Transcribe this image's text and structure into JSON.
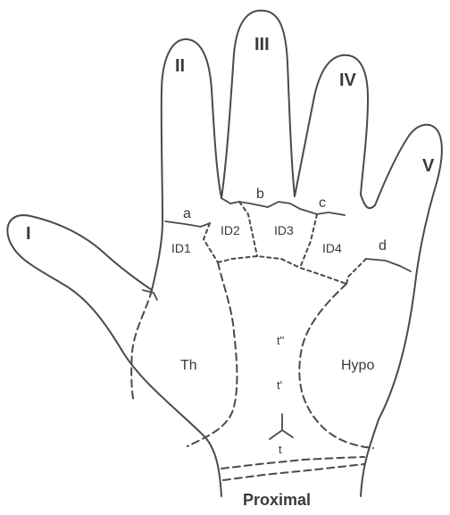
{
  "digits": {
    "thumb": "I",
    "index": "II",
    "middle": "III",
    "ring": "IV",
    "little": "V"
  },
  "triradii": {
    "a": "a",
    "b": "b",
    "c": "c",
    "d": "d",
    "t": "t",
    "t_prime": "t'",
    "t_double_prime": "t\""
  },
  "interdigital_areas": {
    "id1": "ID1",
    "id2": "ID2",
    "id3": "ID3",
    "id4": "ID4"
  },
  "palm_areas": {
    "thenar": "Th",
    "hypothenar": "Hypo",
    "proximal": "Proximal"
  }
}
